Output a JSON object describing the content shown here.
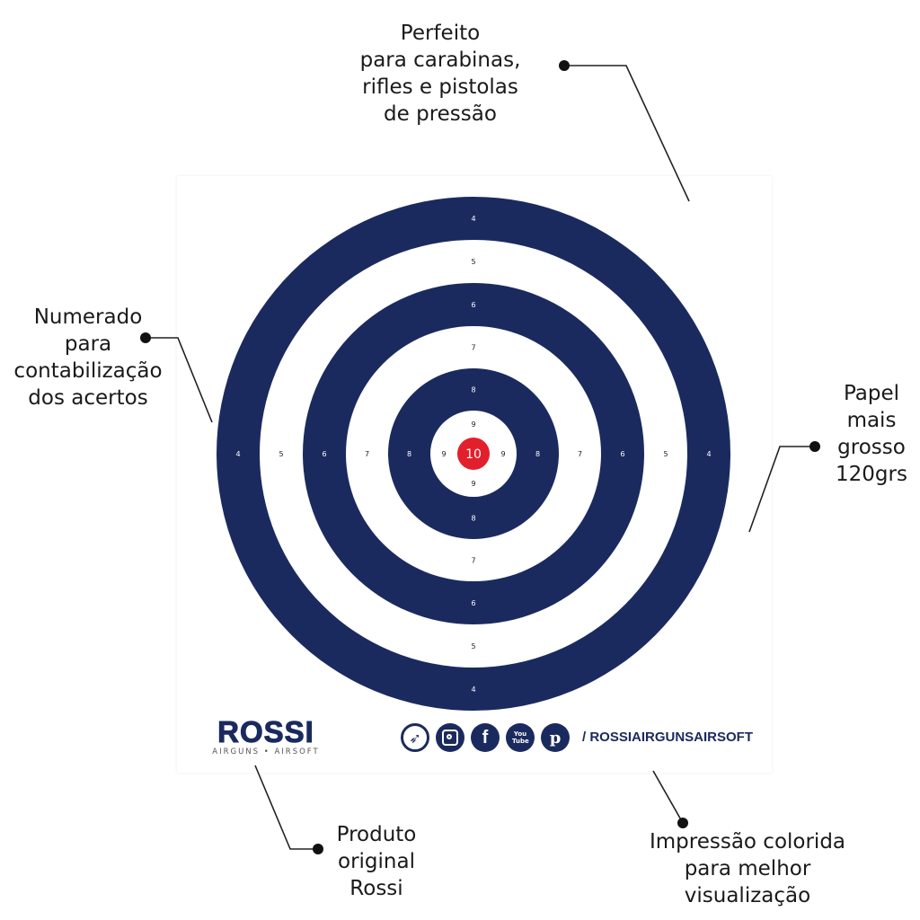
{
  "target": {
    "ring_labels": [
      "4",
      "5",
      "6",
      "7",
      "8",
      "9"
    ],
    "bullseye": "10",
    "colors": {
      "navy": "#1b2a5e",
      "red": "#e2202c",
      "white": "#ffffff"
    }
  },
  "callouts": {
    "top": [
      "Perfeito",
      "para carabinas,",
      "rifles e pistolas",
      "de pressão"
    ],
    "left": [
      "Numerado",
      "para",
      "contabilização",
      "dos acertos"
    ],
    "right": [
      "Papel",
      "mais",
      "grosso",
      "120grs"
    ],
    "bottom_left": [
      "Produto",
      "original",
      "Rossi"
    ],
    "bottom_right": [
      "Impressão colorida",
      "para melhor",
      "visualização"
    ]
  },
  "brand": {
    "name": "ROSSI",
    "tagline": "AIRGUNS • AIRSOFT",
    "handle": "/ ROSSIAIRGUNSAIRSOFT",
    "social_icons": [
      "rossi-icon",
      "instagram-icon",
      "facebook-icon",
      "youtube-icon",
      "pinterest-icon"
    ],
    "youtube_text": "You Tube"
  }
}
